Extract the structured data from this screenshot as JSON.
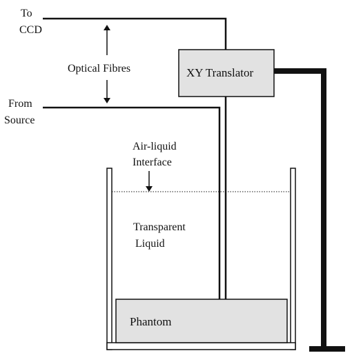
{
  "labels": {
    "to": "To",
    "ccd": "CCD",
    "optical_fibres": "Optical Fibres",
    "from": "From",
    "source": "Source",
    "xy_translator": "XY Translator",
    "air_liquid": "Air-liquid",
    "interface": "Interface",
    "transparent": "Transparent",
    "liquid": "Liquid",
    "phantom": "Phantom"
  },
  "colors": {
    "line": "#111111",
    "box_fill": "#e2e2e2",
    "background": "#ffffff"
  },
  "icons": {
    "double_arrow": "up-down-arrow-icon",
    "interface_arrow": "down-arrow-icon"
  }
}
